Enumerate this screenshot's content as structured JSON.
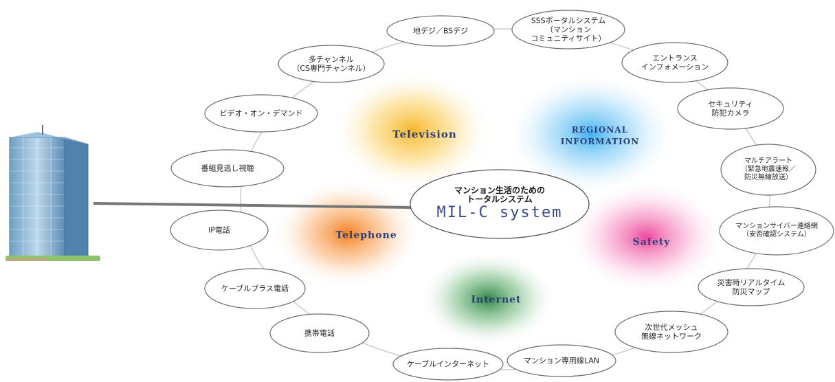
{
  "center": {
    "title_lines": [
      "マンション生活のための",
      "トータルシステム"
    ],
    "system_name": "MIL-C system"
  },
  "sectors": [
    {
      "id": "television",
      "label": "Television",
      "color": "#f7b21a"
    },
    {
      "id": "regional",
      "label": "REGIONAL\nINFORMATION",
      "color": "#3aaef0"
    },
    {
      "id": "telephone",
      "label": "Telephone",
      "color": "#f5821f"
    },
    {
      "id": "safety",
      "label": "Safety",
      "color": "#ee4c9c"
    },
    {
      "id": "internet",
      "label": "Internet",
      "color": "#2f8a3e"
    }
  ],
  "services": [
    {
      "text": "地デジ／BSデジ"
    },
    {
      "text": "SSSポータルシステム\n（マンション\nコミュニティサイト）"
    },
    {
      "text": "多チャンネル\n（CS専門チャンネル）"
    },
    {
      "text": "エントランス\nインフォメーション"
    },
    {
      "text": "ビデオ・オン・デマンド"
    },
    {
      "text": "セキュリティ\n防犯カメラ"
    },
    {
      "text": "番組見逃し視聴"
    },
    {
      "text": "マルチアラート\n（緊急地震速報／\n防災無線放送）"
    },
    {
      "text": "IP電話"
    },
    {
      "text": "マンションサイバー連絡網\n（安否確認システム）"
    },
    {
      "text": "ケーブルプラス電話"
    },
    {
      "text": "災害時リアルタイム\n防災マップ"
    },
    {
      "text": "携帯電話"
    },
    {
      "text": "次世代メッシュ\n無線ネットワーク"
    },
    {
      "text": "ケーブルインターネット"
    },
    {
      "text": "マンション専用線LAN"
    }
  ]
}
